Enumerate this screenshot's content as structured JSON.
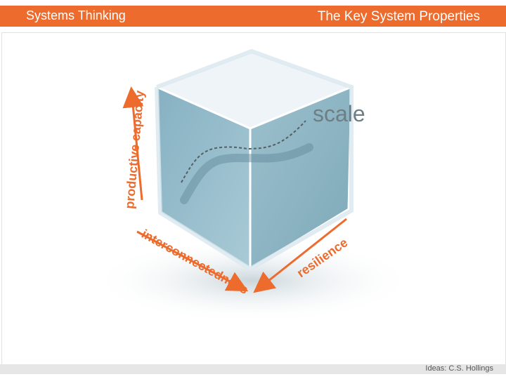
{
  "header": {
    "left_title": "Systems Thinking",
    "right_title": "The Key System Properties"
  },
  "diagram": {
    "face_label": "scale",
    "vertical_axis": "productive capacity",
    "left_axis": "interconnectedness",
    "right_axis": "resilience"
  },
  "footer": {
    "credit": "Ideas: C.S. Hollings"
  },
  "colors": {
    "accent": "#ec6b2d",
    "cube_face": "#8fb8c8",
    "cube_light": "#bdd7e2",
    "label_gray": "#6f7d85"
  }
}
